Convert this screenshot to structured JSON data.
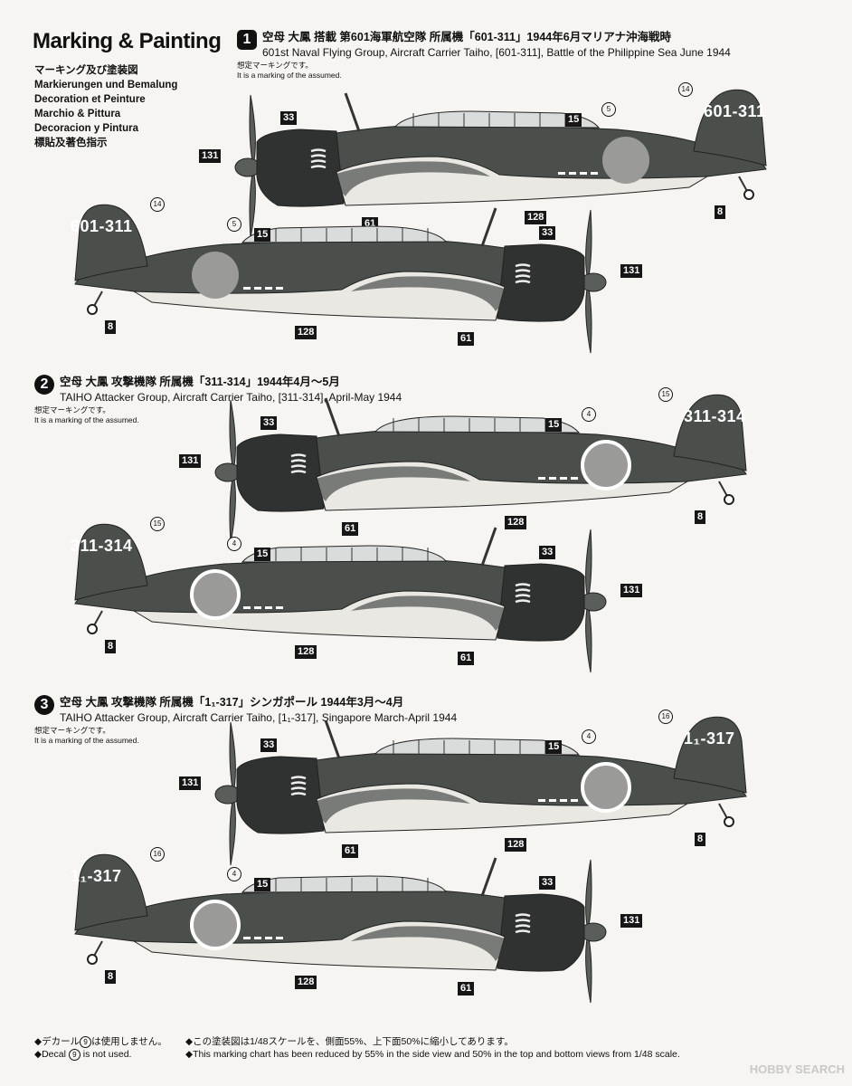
{
  "header": {
    "title": "Marking & Painting",
    "languages": [
      "マーキング及び塗装図",
      "Markierungen und Bemalung",
      "Decoration et Peinture",
      "Marchio & Pittura",
      "Decoracion y Pintura",
      "標貼及著色指示"
    ]
  },
  "options": [
    {
      "number": "1",
      "title_jp": "空母 大鳳 搭載 第601海軍航空隊 所属機「601-311」1944年6月マリアナ沖海戦時",
      "title_en": "601st Naval Flying Group, Aircraft Carrier Taiho, [601-311], Battle of the Philippine Sea June 1944",
      "note_jp": "想定マーキングです。",
      "note_en": "It is a marking of the assumed.",
      "tail_code": "601-311",
      "tail_callout": "14",
      "hinomaru_callout": "5",
      "body_callout": "15"
    },
    {
      "number": "2",
      "title_jp": "空母 大鳳 攻撃機隊 所属機「311-314」1944年4月～5月",
      "title_en": "TAIHO Attacker Group, Aircraft Carrier Taiho, [311-314], April-May 1944",
      "note_jp": "想定マーキングです。",
      "note_en": "It is a marking of the assumed.",
      "tail_code": "311-314",
      "tail_callout": "15",
      "hinomaru_callout": "4",
      "body_callout": "15"
    },
    {
      "number": "3",
      "title_jp": "空母 大鳳 攻撃機隊 所属機「1₁-317」シンガポール 1944年3月～4月",
      "title_en": "TAIHO Attacker Group, Aircraft Carrier Taiho, [1₁-317], Singapore March-April 1944",
      "note_jp": "想定マーキングです。",
      "note_en": "It is a marking of the assumed.",
      "tail_code": "1₁-317",
      "tail_callout": "16",
      "hinomaru_callout": "4",
      "body_callout": "15"
    }
  ],
  "callouts": {
    "prop": "131",
    "cowl": "33",
    "exhaust": "61",
    "belly": "128",
    "tailwheel": "8"
  },
  "footer": {
    "decal_jp": "◆デカール",
    "decal_jp_tail": "は使用しません。",
    "decal_en": "◆Decal",
    "decal_en_tail": "is not used.",
    "decal_no": "9",
    "scale_jp": "◆この塗装図は1/48スケールを、側面55%、上下面50%に縮小してあります。",
    "scale_en": "◆This marking chart has been reduced by 55% in the side view and 50% in the top and bottom views from 1/48 scale."
  },
  "watermark": "HOBBY SEARCH",
  "colors": {
    "aircraft": "#4a4f4c",
    "aircraft_dark": "#2f3230",
    "underside": "#e9e8e3",
    "hinomaru": "#9a9a99"
  }
}
